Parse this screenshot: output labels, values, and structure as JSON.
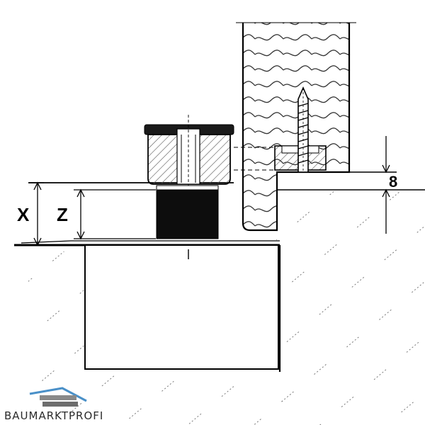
{
  "labels": {
    "x": "X",
    "z": "Z",
    "eight": "8"
  },
  "logo": {
    "text": "BAUMARKTPROFI",
    "accent_color": "#4a90c8"
  },
  "colors": {
    "line": "#000000",
    "background": "#ffffff",
    "hatch": "#555555"
  }
}
